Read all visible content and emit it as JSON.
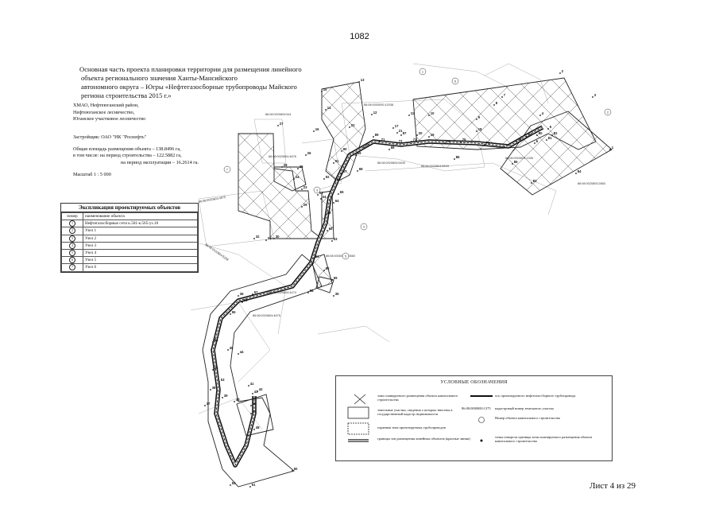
{
  "page_number": "1082",
  "title_lines": [
    "Основная часть проекта планировки территории для размещения линейного",
    "объекта регионального значения Ханты-Мансийского",
    "автономного округа – Югры «Нефтегазосборные трубопроводы Майского",
    "региона строительства 2015 г.»"
  ],
  "info_lines": [
    "ХМАО, Нефтеюганский район,",
    "Нефтеюганское лесничество,",
    "Юганское участковое лесничество"
  ],
  "developer": "Застройщик:  ОАО \"НК \"Роснефть\"",
  "area_lines": [
    "Общая площадь размещения объекта – 138.8496 га,",
    "в том числе: на период строительства – 122.5882 га,",
    "на период эксплуатации – 16.2614 га."
  ],
  "scale": "Масштаб 1 : 5 000",
  "explication": {
    "title": "Экспликация проектируемых объектов",
    "col_number": "номер",
    "col_name": "наименование объекта",
    "rows": [
      {
        "num": "1",
        "name": "Нефтегазосборные сети к.501-к.505-уз.18"
      },
      {
        "num": "2",
        "name": "Узел 1"
      },
      {
        "num": "3",
        "name": "Узел 2"
      },
      {
        "num": "4",
        "name": "Узел 3"
      },
      {
        "num": "5",
        "name": "Узел 4"
      },
      {
        "num": "6",
        "name": "Узел 5"
      },
      {
        "num": "7",
        "name": "Узел 6"
      }
    ]
  },
  "legend": {
    "title": "УСЛОВНЫЕ ОБОЗНАЧЕНИЯ",
    "items": {
      "hatch": "зона планируемого размещения объекта капитального строительства",
      "parcels": "земельные участки, сведения о которых внесены в государственный кадастр недвижимости",
      "protect": "охранная зона проектируемых трубопроводов",
      "boundary": "границы зон размещения линейных объектов (красные линии)",
      "axis": "ось проектируемого нефтегазосборного трубопровода",
      "cadnum_code": "86:08:0000000:1375",
      "cadnum": "кадастровый номер земельного участка",
      "objnum": "Номер объекта капитального строительства",
      "point": "точка поворота границы зоны планируемого размещения объекта капитального строительства"
    }
  },
  "map": {
    "cadastral_labels": [
      "86:08:0000000:12038",
      "86:08:0020804:541",
      "86:08:0020804:5405",
      "86:08:0020804:5543",
      "86:08:0020804:4676",
      "86:08:0000000:20660",
      "86:08:0020804:5258",
      "86:08:0020804:4474",
      "86:08:0020804:4675",
      "86:08:0020804:4675",
      "86:08:0020803:2883",
      "86:08:0020804:1335"
    ],
    "point_labels": [
      "1",
      "2",
      "3",
      "4",
      "5",
      "6",
      "7",
      "8",
      "9",
      "10",
      "11",
      "12",
      "13",
      "14",
      "15",
      "16",
      "17",
      "18",
      "19",
      "20",
      "21",
      "22",
      "23",
      "24",
      "25",
      "26",
      "27",
      "28",
      "29",
      "30",
      "31",
      "32",
      "33",
      "34",
      "35",
      "36",
      "37",
      "38",
      "39",
      "40",
      "41",
      "42",
      "43",
      "44",
      "45",
      "46",
      "47",
      "48",
      "49",
      "50",
      "51",
      "52",
      "53",
      "54",
      "55",
      "56",
      "57",
      "58",
      "59",
      "60",
      "61",
      "62",
      "63",
      "64",
      "65",
      "66",
      "67",
      "68",
      "69",
      "70",
      "71",
      "72",
      "73",
      "74",
      "75",
      "76",
      "77",
      "78",
      "79",
      "80",
      "81",
      "82",
      "83",
      "84",
      "85",
      "86",
      "87",
      "88",
      "89",
      "90",
      "91",
      "92",
      "93"
    ],
    "object_markers": [
      "1",
      "2",
      "3",
      "4",
      "5",
      "6",
      "7"
    ]
  },
  "sheet_label": "Лист 4 из 29"
}
